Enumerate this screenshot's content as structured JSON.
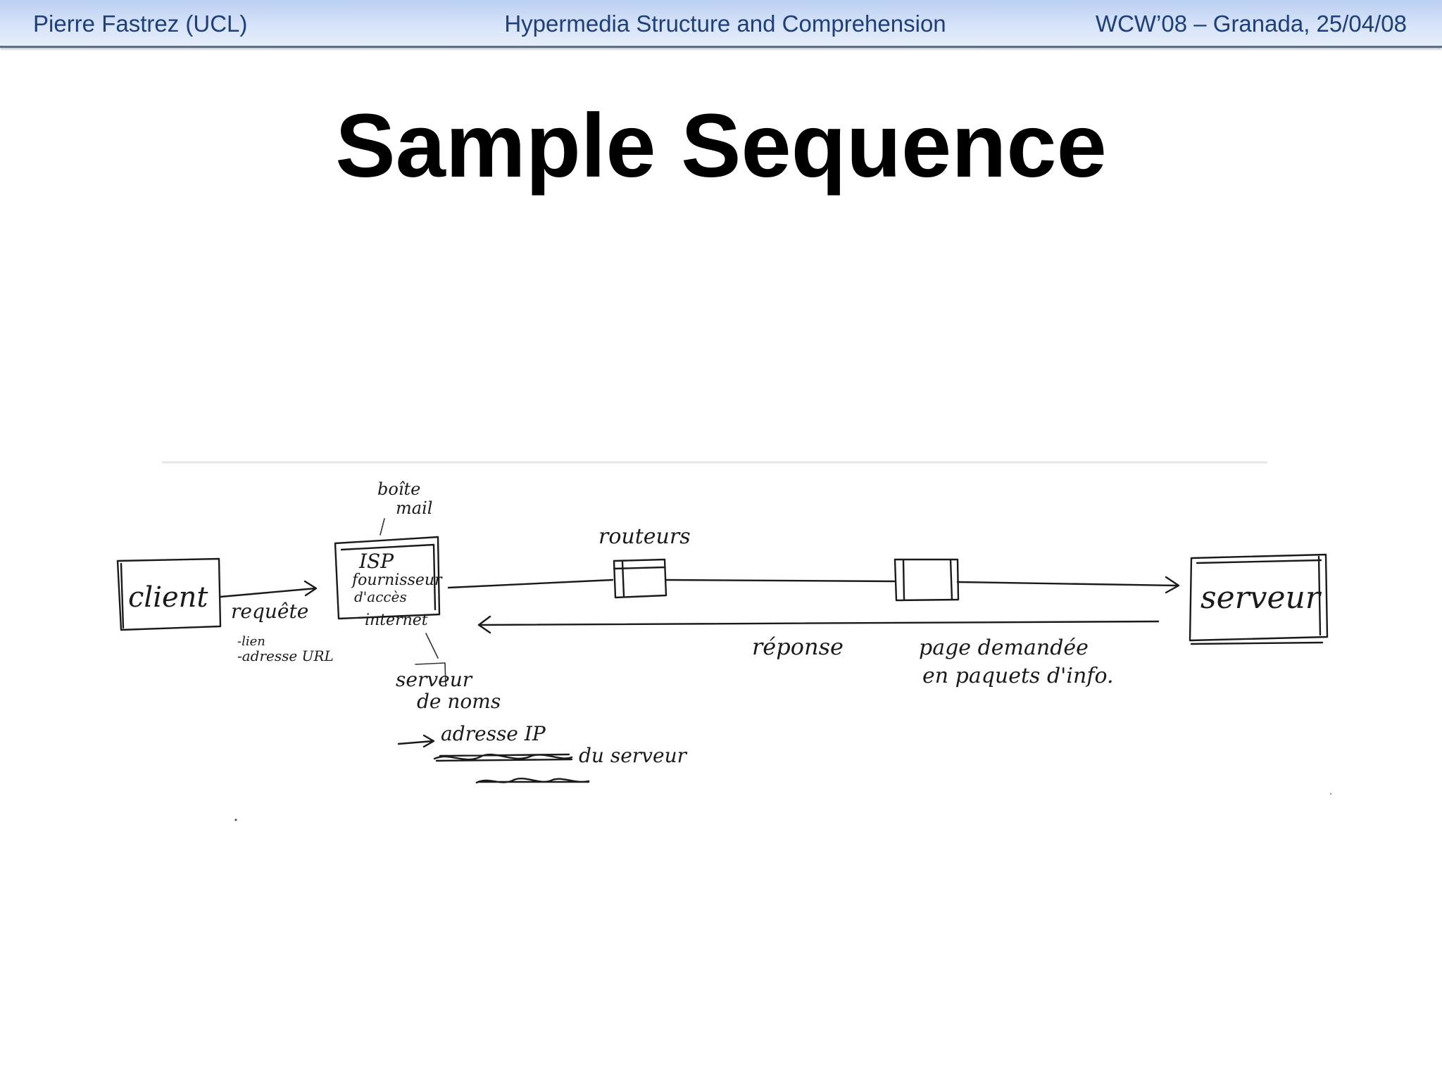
{
  "header": {
    "author": "Pierre Fastrez (UCL)",
    "talk_title": "Hypermedia Structure and Comprehension",
    "venue_date": "WCW’08 – Granada, 25/04/08"
  },
  "slide": {
    "title": "Sample Sequence"
  },
  "sketch": {
    "client_label": "client",
    "request_label": "requête",
    "request_notes": [
      "-lien",
      "-adresse URL"
    ],
    "mailbox_label": [
      "boîte",
      "mail"
    ],
    "isp_label": [
      "ISP",
      "fournisseur",
      "d'accès",
      "internet"
    ],
    "routers_label": "routeurs",
    "server_label": "serveur",
    "response_label": "réponse",
    "page_note": [
      "page demandée",
      "en paquets d'info."
    ],
    "name_server_label": [
      "serveur",
      "de noms"
    ],
    "ip_note": [
      "adresse IP",
      "du serveur"
    ]
  }
}
